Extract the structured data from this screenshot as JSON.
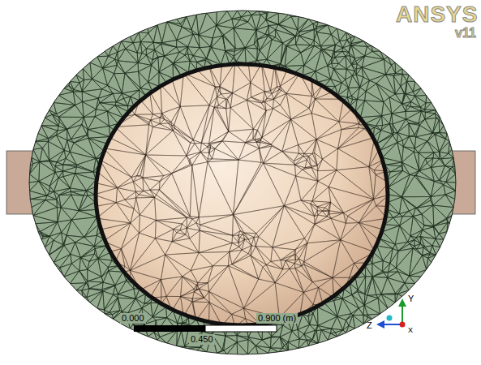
{
  "diagram": {
    "labels": [
      "ANSYS",
      "v11",
      "0.000",
      "0.900 (m)",
      "0.450",
      "Y",
      "Z",
      "X"
    ]
  }
}
